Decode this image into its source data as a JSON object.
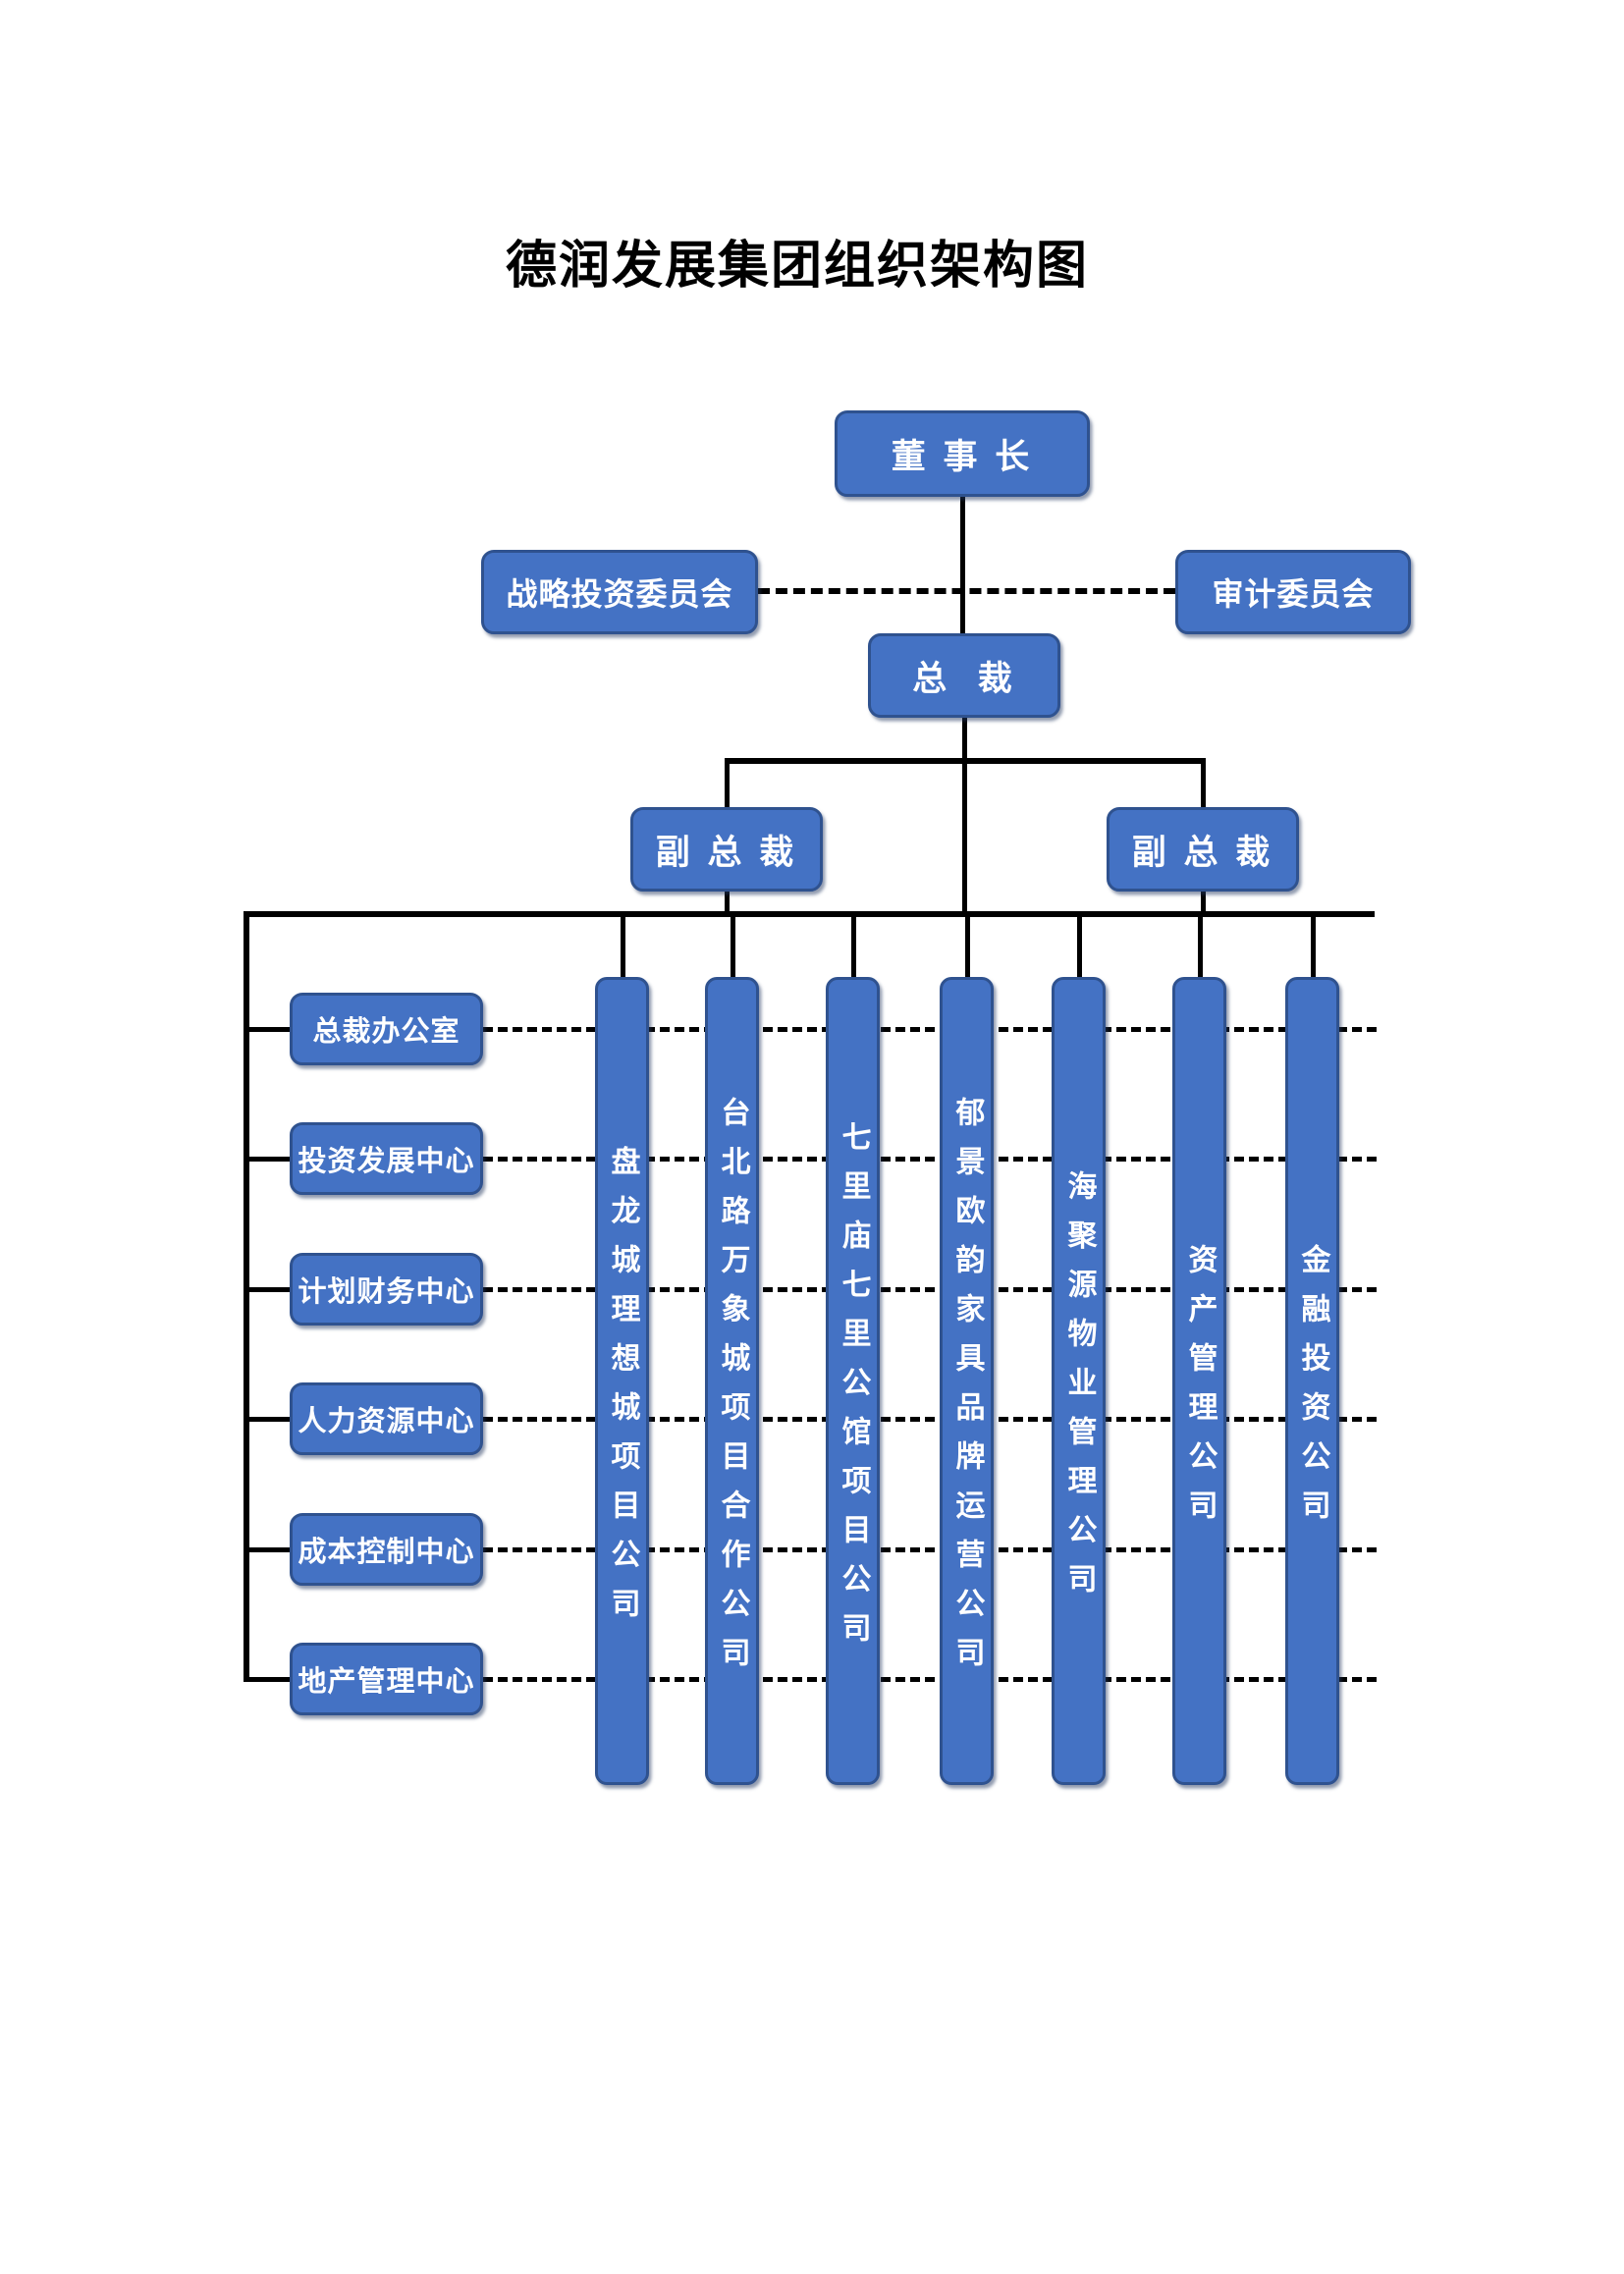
{
  "title": "德润发展集团组织架构图",
  "colors": {
    "node_fill": "#4472C4",
    "node_border": "#2F528F",
    "node_text": "#FFFFFF",
    "line": "#000000",
    "background": "#FFFFFF"
  },
  "nodes": {
    "chairman": "董 事 长",
    "strategic_committee": "战略投资委员会",
    "audit_committee": "审计委员会",
    "president": "总  裁",
    "vp_left": "副 总 裁",
    "vp_right": "副 总 裁"
  },
  "departments": [
    {
      "label": "总裁办公室"
    },
    {
      "label": "投资发展中心"
    },
    {
      "label": "计划财务中心"
    },
    {
      "label": "人力资源中心"
    },
    {
      "label": "成本控制中心"
    },
    {
      "label": "地产管理中心"
    }
  ],
  "companies": [
    {
      "label": "盘龙城理想城项目公司"
    },
    {
      "label": "台北路万象城项目合作公司"
    },
    {
      "label": "七里庙七里公馆项目公司"
    },
    {
      "label": "郁景欧韵家具品牌运营公司"
    },
    {
      "label": "海聚源物业管理公司"
    },
    {
      "label": "资产管理公司"
    },
    {
      "label": "金融投资公司"
    }
  ]
}
